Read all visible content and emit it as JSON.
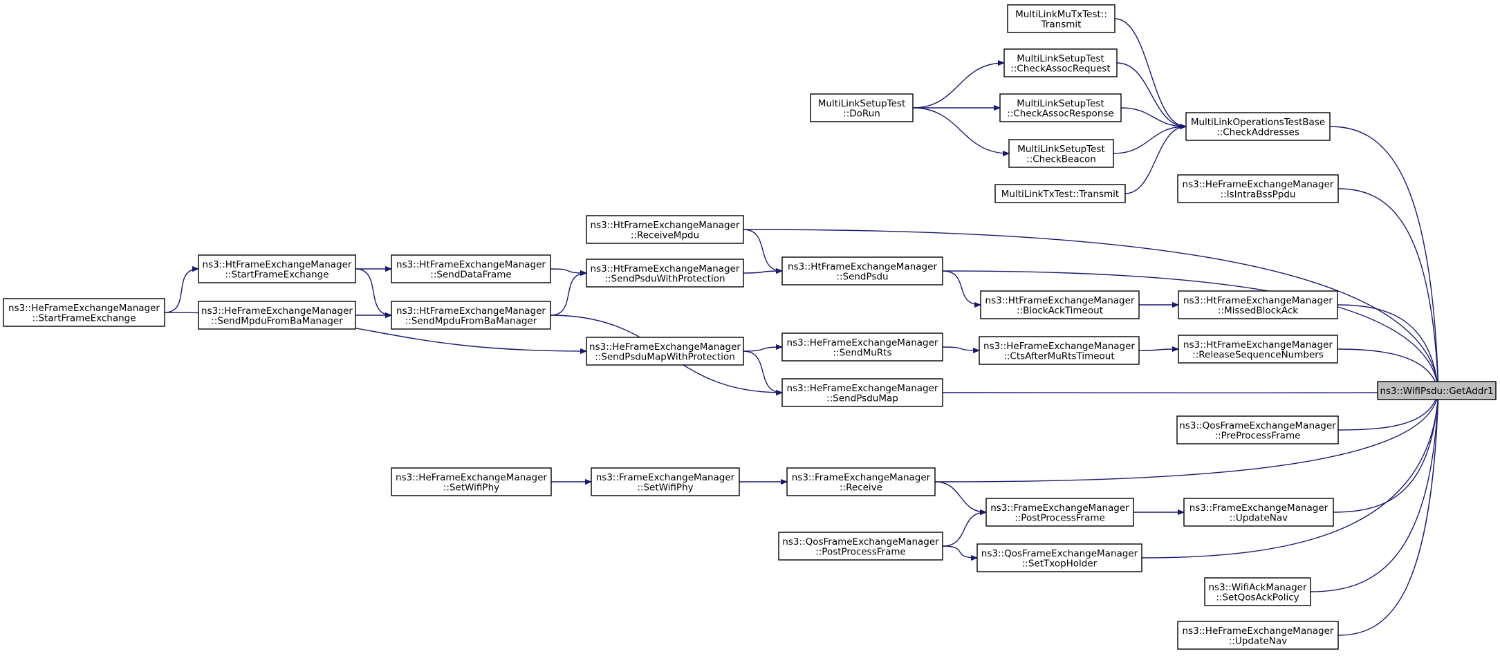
{
  "graph": {
    "colors": {
      "edge": "#191970",
      "box_border": "#000000",
      "focus_fill": "#bfbfbf",
      "box_fill": "#ffffff"
    },
    "nodes": [
      {
        "id": "n1",
        "lines": [
          "MultiLinkMuTxTest::",
          "Transmit"
        ]
      },
      {
        "id": "n2",
        "lines": [
          "MultiLinkSetupTest",
          "::CheckAssocRequest"
        ]
      },
      {
        "id": "n3",
        "lines": [
          "MultiLinkSetupTest",
          "::DoRun"
        ]
      },
      {
        "id": "n4",
        "lines": [
          "MultiLinkSetupTest",
          "::CheckAssocResponse"
        ]
      },
      {
        "id": "n5",
        "lines": [
          "MultiLinkOperationsTestBase",
          "::CheckAddresses"
        ]
      },
      {
        "id": "n6",
        "lines": [
          "MultiLinkSetupTest",
          "::CheckBeacon"
        ]
      },
      {
        "id": "n7",
        "lines": [
          "MultiLinkTxTest::Transmit"
        ]
      },
      {
        "id": "n8",
        "lines": [
          "ns3::HeFrameExchangeManager",
          "::IsIntraBssPpdu"
        ]
      },
      {
        "id": "n9",
        "lines": [
          "ns3::HtFrameExchangeManager",
          "::ReceiveMpdu"
        ]
      },
      {
        "id": "n10",
        "lines": [
          "ns3::HtFrameExchangeManager",
          "::StartFrameExchange"
        ]
      },
      {
        "id": "n11",
        "lines": [
          "ns3::HtFrameExchangeManager",
          "::SendDataFrame"
        ]
      },
      {
        "id": "n12",
        "lines": [
          "ns3::HtFrameExchangeManager",
          "::SendPsduWithProtection"
        ]
      },
      {
        "id": "n13",
        "lines": [
          "ns3::HtFrameExchangeManager",
          "::SendPsdu"
        ]
      },
      {
        "id": "n14",
        "lines": [
          "ns3::HeFrameExchangeManager",
          "::StartFrameExchange"
        ]
      },
      {
        "id": "n15",
        "lines": [
          "ns3::HeFrameExchangeManager",
          "::SendMpduFromBaManager"
        ]
      },
      {
        "id": "n16",
        "lines": [
          "ns3::HtFrameExchangeManager",
          "::SendMpduFromBaManager"
        ]
      },
      {
        "id": "n17",
        "lines": [
          "ns3::HtFrameExchangeManager",
          "::BlockAckTimeout"
        ]
      },
      {
        "id": "n18",
        "lines": [
          "ns3::HtFrameExchangeManager",
          "::MissedBlockAck"
        ]
      },
      {
        "id": "n19",
        "lines": [
          "ns3::HeFrameExchangeManager",
          "::SendPsduMapWithProtection"
        ]
      },
      {
        "id": "n20",
        "lines": [
          "ns3::HeFrameExchangeManager",
          "::SendMuRts"
        ]
      },
      {
        "id": "n21",
        "lines": [
          "ns3::HeFrameExchangeManager",
          "::CtsAfterMuRtsTimeout"
        ]
      },
      {
        "id": "n22",
        "lines": [
          "ns3::HtFrameExchangeManager",
          "::ReleaseSequenceNumbers"
        ]
      },
      {
        "id": "n23",
        "lines": [
          "ns3::HeFrameExchangeManager",
          "::SendPsduMap"
        ]
      },
      {
        "id": "n24",
        "lines": [
          "ns3::WifiPsdu::GetAddr1"
        ],
        "focus": true
      },
      {
        "id": "n25",
        "lines": [
          "ns3::QosFrameExchangeManager",
          "::PreProcessFrame"
        ]
      },
      {
        "id": "n26",
        "lines": [
          "ns3::HeFrameExchangeManager",
          "::SetWifiPhy"
        ]
      },
      {
        "id": "n27",
        "lines": [
          "ns3::FrameExchangeManager",
          "::SetWifiPhy"
        ]
      },
      {
        "id": "n28",
        "lines": [
          "ns3::FrameExchangeManager",
          "::Receive"
        ]
      },
      {
        "id": "n29",
        "lines": [
          "ns3::FrameExchangeManager",
          "::PostProcessFrame"
        ]
      },
      {
        "id": "n30",
        "lines": [
          "ns3::FrameExchangeManager",
          "::UpdateNav"
        ]
      },
      {
        "id": "n31",
        "lines": [
          "ns3::QosFrameExchangeManager",
          "::PostProcessFrame"
        ]
      },
      {
        "id": "n32",
        "lines": [
          "ns3::QosFrameExchangeManager",
          "::SetTxopHolder"
        ]
      },
      {
        "id": "n33",
        "lines": [
          "ns3::WifiAckManager",
          "::SetQosAckPolicy"
        ]
      },
      {
        "id": "n34",
        "lines": [
          "ns3::HeFrameExchangeManager",
          "::UpdateNav"
        ]
      }
    ],
    "edges": [
      [
        "n1",
        "n5"
      ],
      [
        "n2",
        "n5"
      ],
      [
        "n4",
        "n5"
      ],
      [
        "n6",
        "n5"
      ],
      [
        "n7",
        "n5"
      ],
      [
        "n3",
        "n2"
      ],
      [
        "n3",
        "n4"
      ],
      [
        "n3",
        "n6"
      ],
      [
        "n5",
        "n24"
      ],
      [
        "n8",
        "n24"
      ],
      [
        "n9",
        "n24"
      ],
      [
        "n13",
        "n24"
      ],
      [
        "n18",
        "n24"
      ],
      [
        "n22",
        "n24"
      ],
      [
        "n23",
        "n24"
      ],
      [
        "n25",
        "n24"
      ],
      [
        "n28",
        "n24"
      ],
      [
        "n30",
        "n24"
      ],
      [
        "n32",
        "n24"
      ],
      [
        "n33",
        "n24"
      ],
      [
        "n34",
        "n24"
      ],
      [
        "n9",
        "n13"
      ],
      [
        "n12",
        "n13"
      ],
      [
        "n11",
        "n12"
      ],
      [
        "n16",
        "n12"
      ],
      [
        "n10",
        "n11"
      ],
      [
        "n10",
        "n16"
      ],
      [
        "n14",
        "n10"
      ],
      [
        "n15",
        "n16"
      ],
      [
        "n14",
        "n19"
      ],
      [
        "n16",
        "n23"
      ],
      [
        "n13",
        "n17"
      ],
      [
        "n17",
        "n18"
      ],
      [
        "n19",
        "n20"
      ],
      [
        "n19",
        "n23"
      ],
      [
        "n20",
        "n21"
      ],
      [
        "n21",
        "n22"
      ],
      [
        "n26",
        "n27"
      ],
      [
        "n27",
        "n28"
      ],
      [
        "n28",
        "n29"
      ],
      [
        "n31",
        "n29"
      ],
      [
        "n29",
        "n30"
      ],
      [
        "n31",
        "n32"
      ]
    ]
  }
}
